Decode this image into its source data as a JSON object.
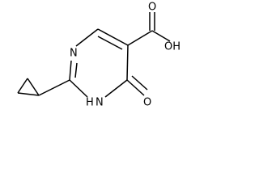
{
  "molecule": {
    "atom_labels": {
      "n1": "N",
      "n3": "N",
      "n3_h": "H",
      "carbonyl_o": "O",
      "acid_o": "O",
      "acid_oh": "OH"
    }
  }
}
